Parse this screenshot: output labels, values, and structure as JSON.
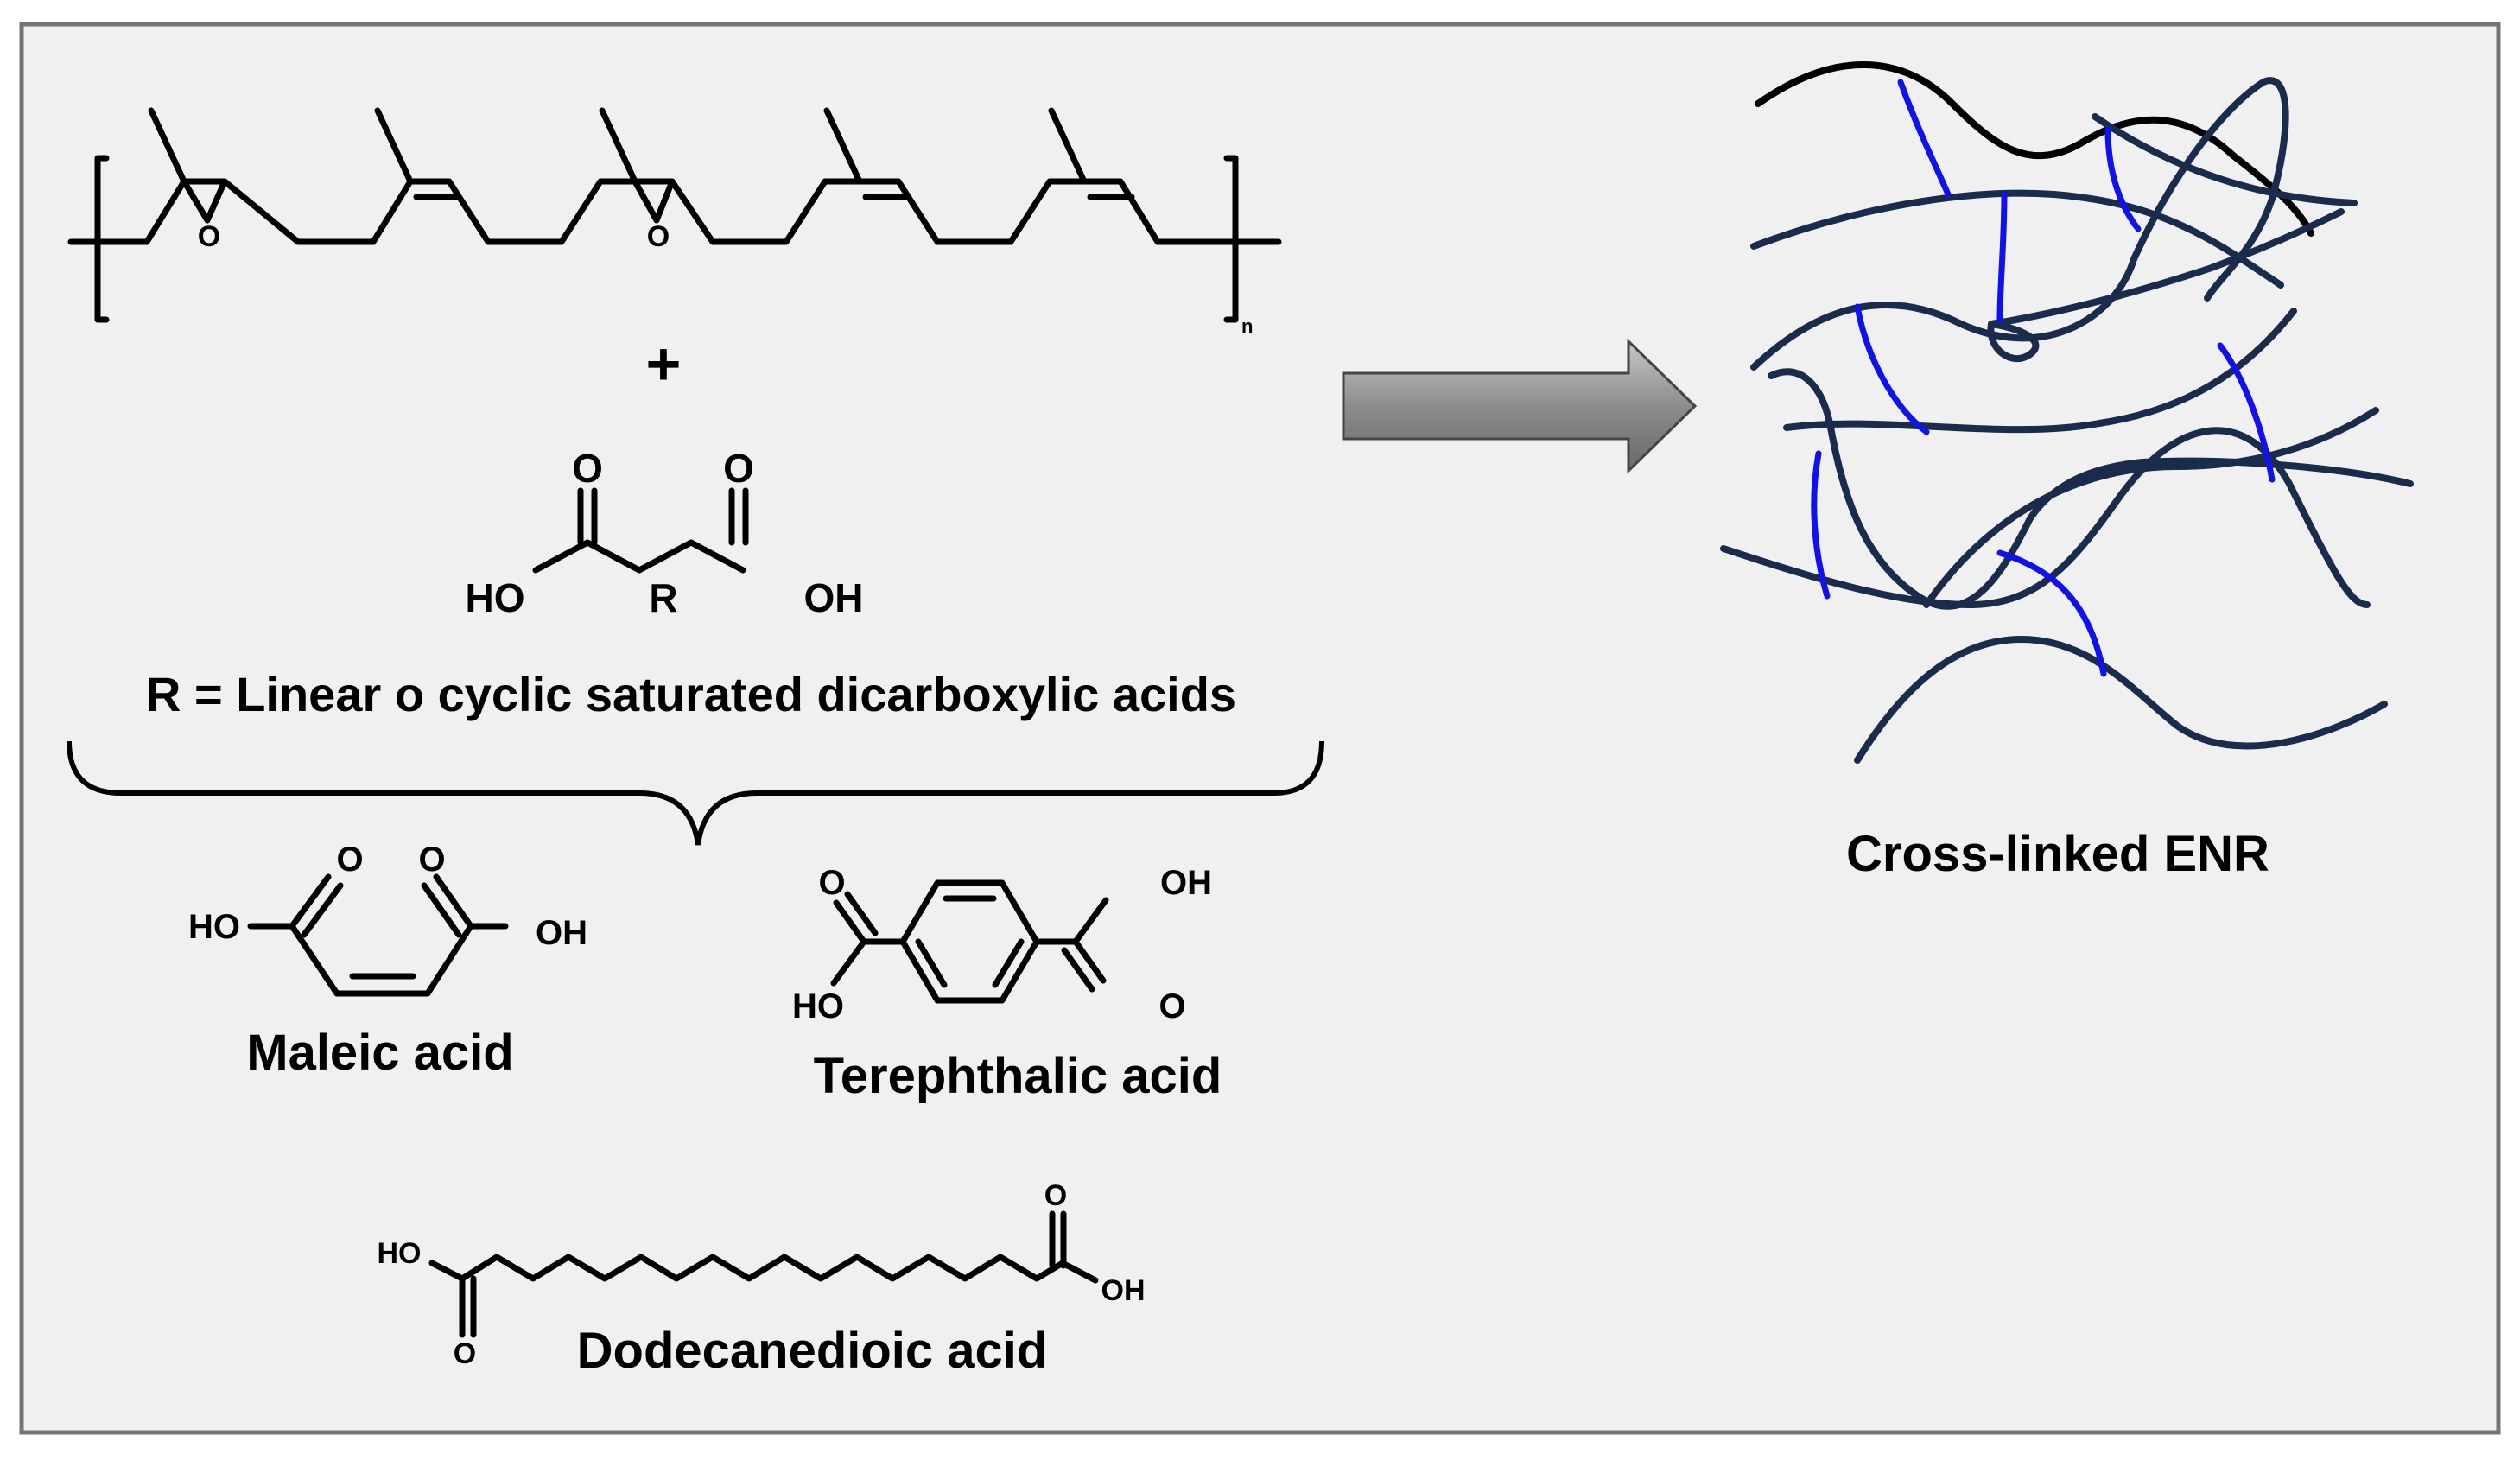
{
  "labels": {
    "epoxide_o1": "O",
    "epoxide_o2": "O",
    "repeat_n": "n",
    "plus": "+",
    "carbonyl_o_left": "O",
    "carbonyl_o_right": "O",
    "ho_left": "HO",
    "r_group": "R",
    "oh_right": "OH",
    "r_definition": "R = Linear o cyclic saturated dicarboxylic acids",
    "maleic_o_left": "O",
    "maleic_o_right": "O",
    "maleic_ho": "HO",
    "maleic_oh": "OH",
    "maleic_name": "Maleic acid",
    "tere_o_top": "O",
    "tere_oh_top": "OH",
    "tere_ho_bottom": "HO",
    "tere_o_bottom": "O",
    "tere_name": "Terephthalic acid",
    "dode_ho": "HO",
    "dode_o_left": "O",
    "dode_o_right": "O",
    "dode_oh": "OH",
    "dode_name": "Dodecanedioic acid",
    "product_name": "Cross-linked ENR"
  },
  "colors": {
    "panel_background": "#f0f0f0",
    "panel_border": "#757575",
    "chain": "#1b2b4b",
    "crosslink": "#1111ee",
    "arrow_fill": "#8c8c8c"
  }
}
